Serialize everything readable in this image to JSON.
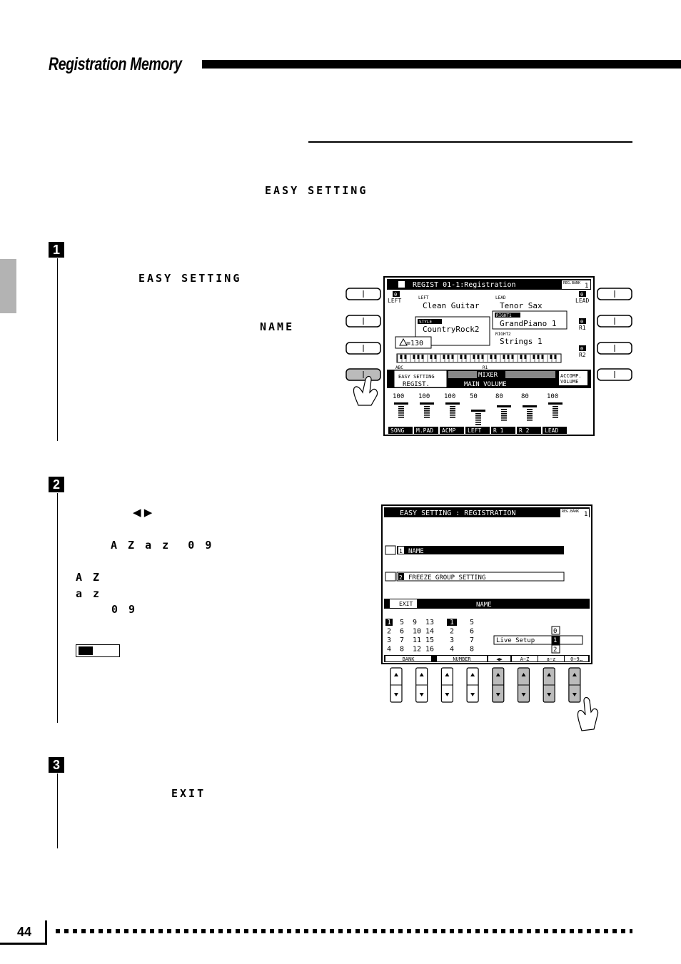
{
  "header": {
    "title": "Registration Memory"
  },
  "intro": {
    "keyword": "EASY SETTING"
  },
  "steps": [
    {
      "number": "1",
      "keywords": [
        "EASY SETTING",
        "NAME"
      ]
    },
    {
      "number": "2",
      "arrows": "◀ ▶",
      "chars_all": "A Z a z  0 9",
      "chars_upper": "A Z",
      "chars_lower": "a z",
      "chars_digits": "0 9"
    },
    {
      "number": "3",
      "keywords": [
        "EXIT"
      ]
    }
  ],
  "lcd1": {
    "title": "REGIST 01-1:Registration",
    "bank_label": "REG.BANK",
    "bank_num": "1",
    "left_label": "LEFT",
    "left_voice": "Clean Guitar",
    "lead_label": "LEAD",
    "lead_voice": "Tenor Sax",
    "style_label": "STYLE",
    "style_name": "CountryRock2",
    "right1_label": "RIGHT1",
    "right1_voice": "GrandPiano 1",
    "right2_label": "RIGHT2",
    "right2_voice": "Strings 1",
    "tempo": "=130",
    "abc_label": "ABC",
    "r1_marker": "R1",
    "side_left": "LEFT",
    "side_r1": "R1",
    "side_r2": "R2",
    "side_lead": "LEAD",
    "side_value": "0",
    "tab_easy": "EASY SETTING",
    "tab_regist": "REGIST.",
    "tab_mixer": "MIXER",
    "tab_main_volume": "MAIN VOLUME",
    "tab_accomp": "ACCOMP.",
    "tab_volume": "VOLUME",
    "volume_values": [
      "100",
      "100",
      "100",
      "50",
      "80",
      "80",
      "100"
    ],
    "volume_levels": [
      1.0,
      1.0,
      1.0,
      0.5,
      0.8,
      0.8,
      1.0
    ],
    "channels": [
      "SONG",
      "M.PAD",
      "ACMP",
      "LEFT",
      "R 1",
      "R 2",
      "LEAD"
    ]
  },
  "lcd2": {
    "title": "EASY SETTING : REGISTRATION",
    "bank_label": "REG.BANK",
    "bank_num": "1",
    "item1_num": "1",
    "item1_label": "NAME",
    "item2_num": "2",
    "item2_label": "FREEZE GROUP SETTING",
    "exit_label": "EXIT",
    "name_label": "NAME",
    "bank_grid": [
      [
        "1",
        "5",
        "9",
        "13"
      ],
      [
        "2",
        "6",
        "10",
        "14"
      ],
      [
        "3",
        "7",
        "11",
        "15"
      ],
      [
        "4",
        "8",
        "12",
        "16"
      ]
    ],
    "number_grid": [
      [
        "1",
        "5"
      ],
      [
        "2",
        "6"
      ],
      [
        "3",
        "7"
      ],
      [
        "4",
        "8"
      ]
    ],
    "name_value": "Live Setup",
    "digit_col": [
      "0",
      "1",
      "2"
    ],
    "tabs": [
      "BANK",
      "NUMBER",
      "◀▶",
      "A~Z",
      "a~z",
      "0~9…"
    ]
  },
  "page": {
    "number": "44"
  }
}
